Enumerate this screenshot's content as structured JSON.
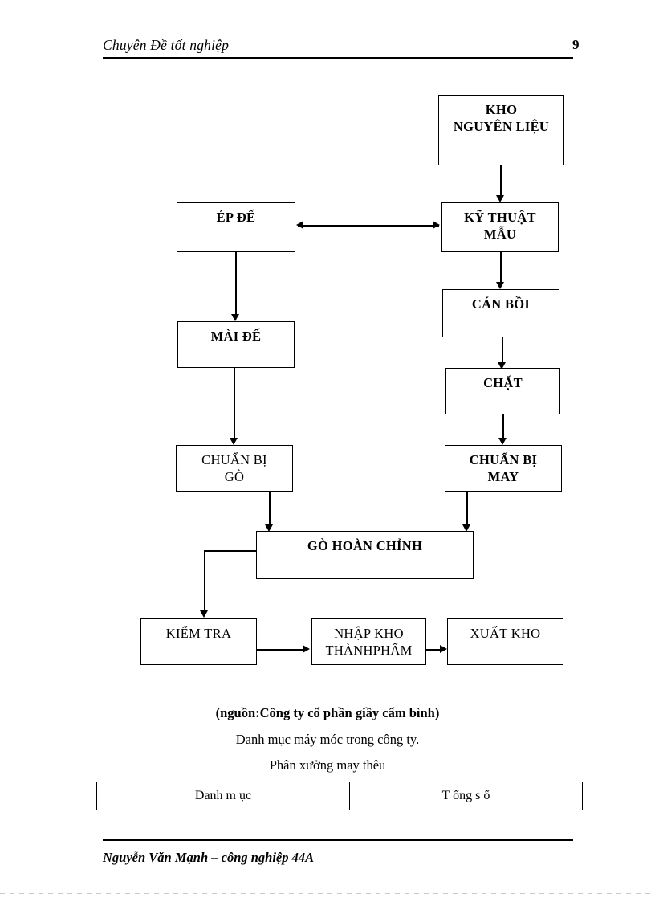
{
  "header": {
    "title": "Chuyên Đề tốt nghiệp",
    "page_number": "9"
  },
  "flowchart": {
    "nodes": [
      {
        "id": "kho-nguyen-lieu",
        "label": "KHO\nNGUYÊN LIỆU",
        "weight": "bold"
      },
      {
        "id": "ep-de",
        "label": "ÉP ĐẾ",
        "weight": "bold"
      },
      {
        "id": "ky-thuat-mau",
        "label": "KỸ THUẬT\nMẪU",
        "weight": "bold"
      },
      {
        "id": "can-boi",
        "label": "CÁN BỒI",
        "weight": "bold"
      },
      {
        "id": "mai-de",
        "label": "MÀI ĐẾ",
        "weight": "bold"
      },
      {
        "id": "chat",
        "label": "CHẶT",
        "weight": "bold"
      },
      {
        "id": "chuan-bi-go",
        "label": "CHUẨN BỊ\nGÒ",
        "weight": "regular"
      },
      {
        "id": "chuan-bi-may",
        "label": "CHUẨN BỊ\nMAY",
        "weight": "bold"
      },
      {
        "id": "go-hoan-chinh",
        "label": "GÒ HOÀN CHỈNH",
        "weight": "bold"
      },
      {
        "id": "kiem-tra",
        "label": "KIỂM TRA",
        "weight": "regular"
      },
      {
        "id": "nhap-kho",
        "label": "NHẬP KHO\nTHÀNHPHẨM",
        "weight": "regular"
      },
      {
        "id": "xuat-kho",
        "label": "XUẤT KHO",
        "weight": "regular"
      }
    ],
    "edges": [
      {
        "from": "kho-nguyen-lieu",
        "to": "ky-thuat-mau",
        "direction": "down"
      },
      {
        "from": "ky-thuat-mau",
        "to": "ep-de",
        "direction": "bidirectional"
      },
      {
        "from": "ky-thuat-mau",
        "to": "can-boi",
        "direction": "down"
      },
      {
        "from": "ep-de",
        "to": "mai-de",
        "direction": "down"
      },
      {
        "from": "can-boi",
        "to": "chat",
        "direction": "down"
      },
      {
        "from": "mai-de",
        "to": "chuan-bi-go",
        "direction": "down"
      },
      {
        "from": "chat",
        "to": "chuan-bi-may",
        "direction": "down"
      },
      {
        "from": "chuan-bi-go",
        "to": "go-hoan-chinh",
        "direction": "down"
      },
      {
        "from": "chuan-bi-may",
        "to": "go-hoan-chinh",
        "direction": "down"
      },
      {
        "from": "go-hoan-chinh",
        "to": "kiem-tra",
        "direction": "elbow-left-down"
      },
      {
        "from": "kiem-tra",
        "to": "nhap-kho",
        "direction": "right"
      },
      {
        "from": "nhap-kho",
        "to": "xuat-kho",
        "direction": "right"
      }
    ]
  },
  "captions": {
    "source": "(nguồn:Công ty cổ phần giầy cẩm bình)",
    "line2": "Danh mục máy móc trong công ty.",
    "line3": "Phân xưởng may thêu"
  },
  "table": {
    "headers": [
      "Danh m ục",
      "T ổng s ố"
    ],
    "rows": []
  },
  "footer": {
    "text": "Nguyễn Văn Mạnh  –  công nghiệp 44A"
  }
}
